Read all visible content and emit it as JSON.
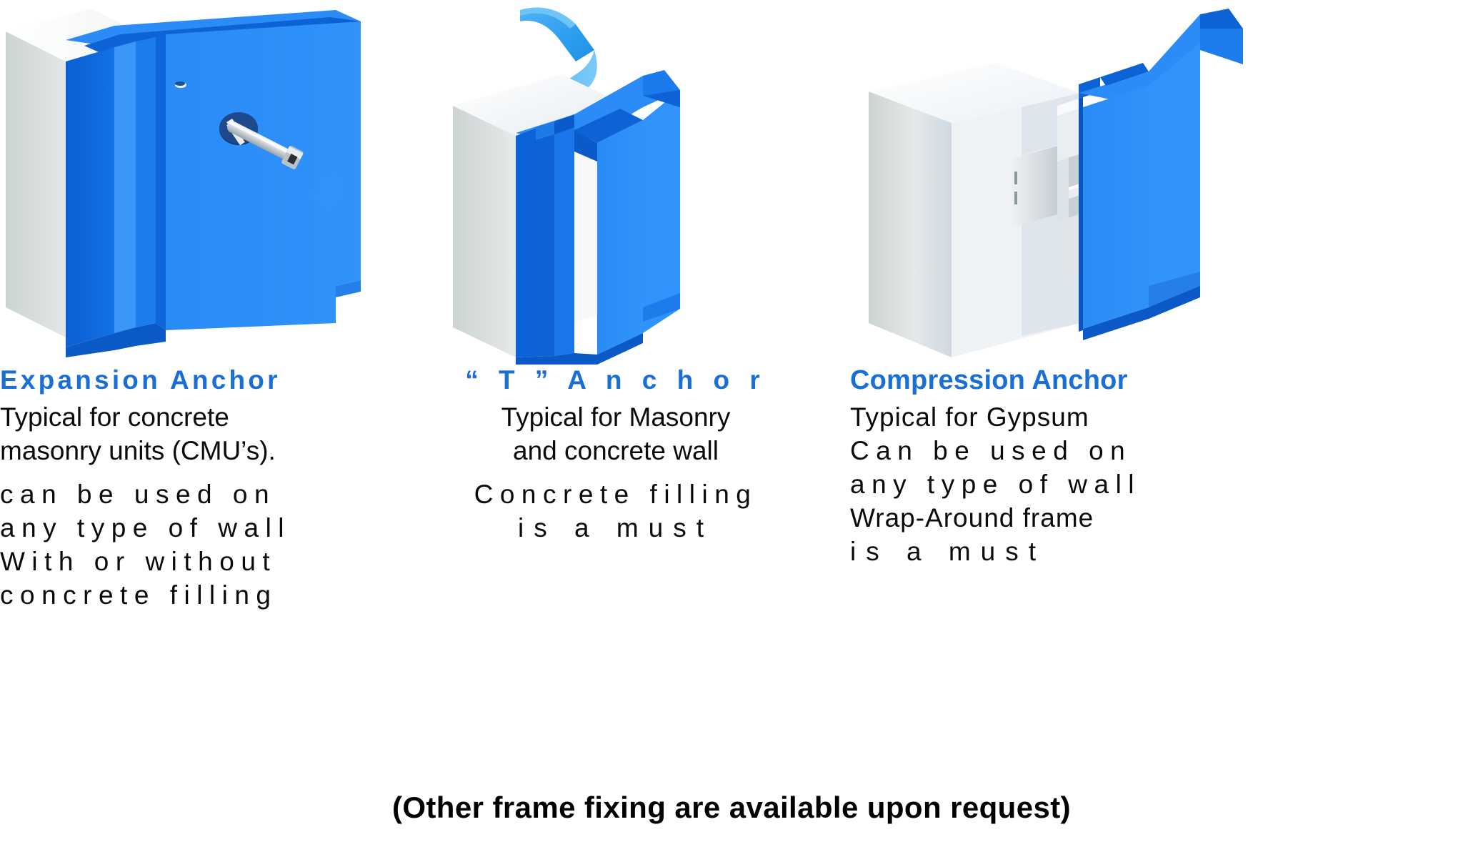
{
  "page": {
    "background": "#ffffff",
    "accent_blue": "#1a6fd4",
    "frame_blue_light": "#2b8cf7",
    "frame_blue_dark": "#0d62d6",
    "wall_grey": "#d8dedd",
    "metal_grey": "#c9cfd2",
    "caption": "(Other frame fixing are available upon request)"
  },
  "columns": [
    {
      "id": "expansion-anchor",
      "title": "Expansion Anchor",
      "illustration": "blue-door-frame-with-anchor-bolt-through-wall",
      "lines": [
        "Typical for concrete",
        "masonry units (CMU’s).",
        "can be used on",
        "any type of wall",
        "With or without",
        "concrete filling"
      ]
    },
    {
      "id": "t-anchor",
      "title": "“ T ”   A n c h o r",
      "title_plain": "“T” Anchor",
      "illustration": "blue-door-frame-with-curved-t-strap-anchor",
      "lines": [
        "Typical for Masonry",
        "and concrete wall",
        "Concrete filling",
        "is a must"
      ]
    },
    {
      "id": "compression-anchor",
      "title": "Compression Anchor",
      "illustration": "blue-wrap-around-frame-with-grey-compression-bracket",
      "lines": [
        "Typical for Gypsum",
        "Can be used on",
        "any type of wall",
        "Wrap-Around frame",
        "is a must"
      ]
    }
  ]
}
